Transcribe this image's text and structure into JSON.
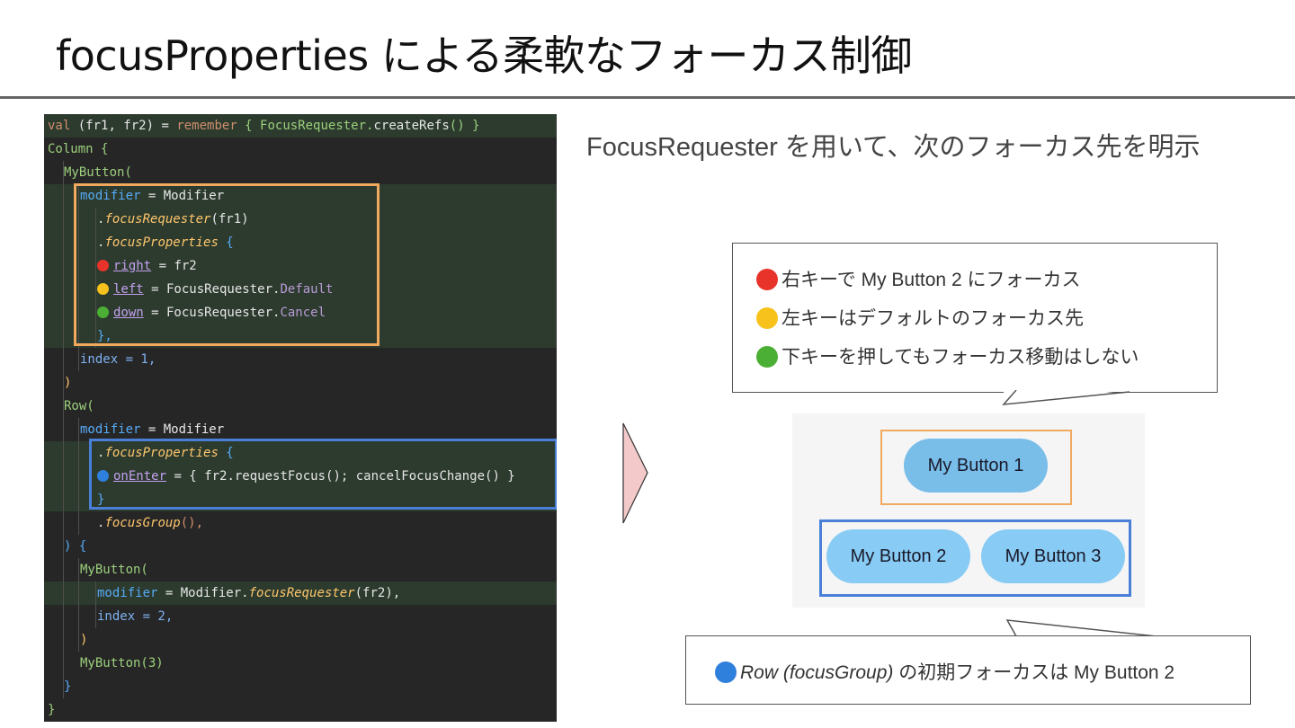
{
  "title": "focusProperties による柔軟なフォーカス制御",
  "subtitle": "FocusRequester を用いて、次のフォーカス先を明示",
  "code": {
    "l1_kw": "val",
    "l1_a": " (fr1, fr2) = ",
    "l1_b": "remember",
    "l1_c": " { FocusRequester.",
    "l1_d": "createRefs",
    "l1_e": "() }",
    "l2": "Column {",
    "l3": "MyButton(",
    "l4_a": "modifier",
    "l4_b": " = Modifier",
    "l5_a": ".",
    "l5_b": "focusRequester",
    "l5_c": "(fr1)",
    "l6_a": ".",
    "l6_b": "focusProperties",
    "l6_c": " {",
    "l7_a": "right",
    "l7_b": " = fr2",
    "l8_a": "left",
    "l8_b": " = FocusRequester.",
    "l8_c": "Default",
    "l9_a": "down",
    "l9_b": " = FocusRequester.",
    "l9_c": "Cancel",
    "l10": "},",
    "l11": "index = 1,",
    "l12": ")",
    "l13": "Row(",
    "l14_a": "modifier",
    "l14_b": " = Modifier",
    "l15_a": ".",
    "l15_b": "focusProperties",
    "l15_c": " {",
    "l16_a": "onEnter",
    "l16_b": " = { fr2.requestFocus(); cancelFocusChange() }",
    "l17": "}",
    "l18_a": ".",
    "l18_b": "focusGroup",
    "l18_c": "(),",
    "l19": ") {",
    "l20": "MyButton(",
    "l21_a": "modifier",
    "l21_b": " = Modifier.",
    "l21_c": "focusRequester",
    "l21_d": "(fr2),",
    "l22": "index = 2,",
    "l23": ")",
    "l24": "MyButton(3)",
    "l25": "}",
    "l26": "}"
  },
  "callout_top": {
    "red": "右キーで My Button 2 にフォーカス",
    "yellow": "左キーはデフォルトのフォーカス先",
    "green": "下キーを押してもフォーカス移動はしない"
  },
  "preview": {
    "button1": "My Button 1",
    "button2": "My Button 2",
    "button3": "My Button 3"
  },
  "callout_bottom": {
    "italic": "Row (focusGroup)",
    "rest": " の初期フォーカスは My Button 2"
  },
  "colors": {
    "red": "#e8332a",
    "yellow": "#f7c21b",
    "green": "#4caf35",
    "blue": "#2f7fdc",
    "orange_box": "#f0a95e",
    "blue_box": "#4a7fd8"
  }
}
